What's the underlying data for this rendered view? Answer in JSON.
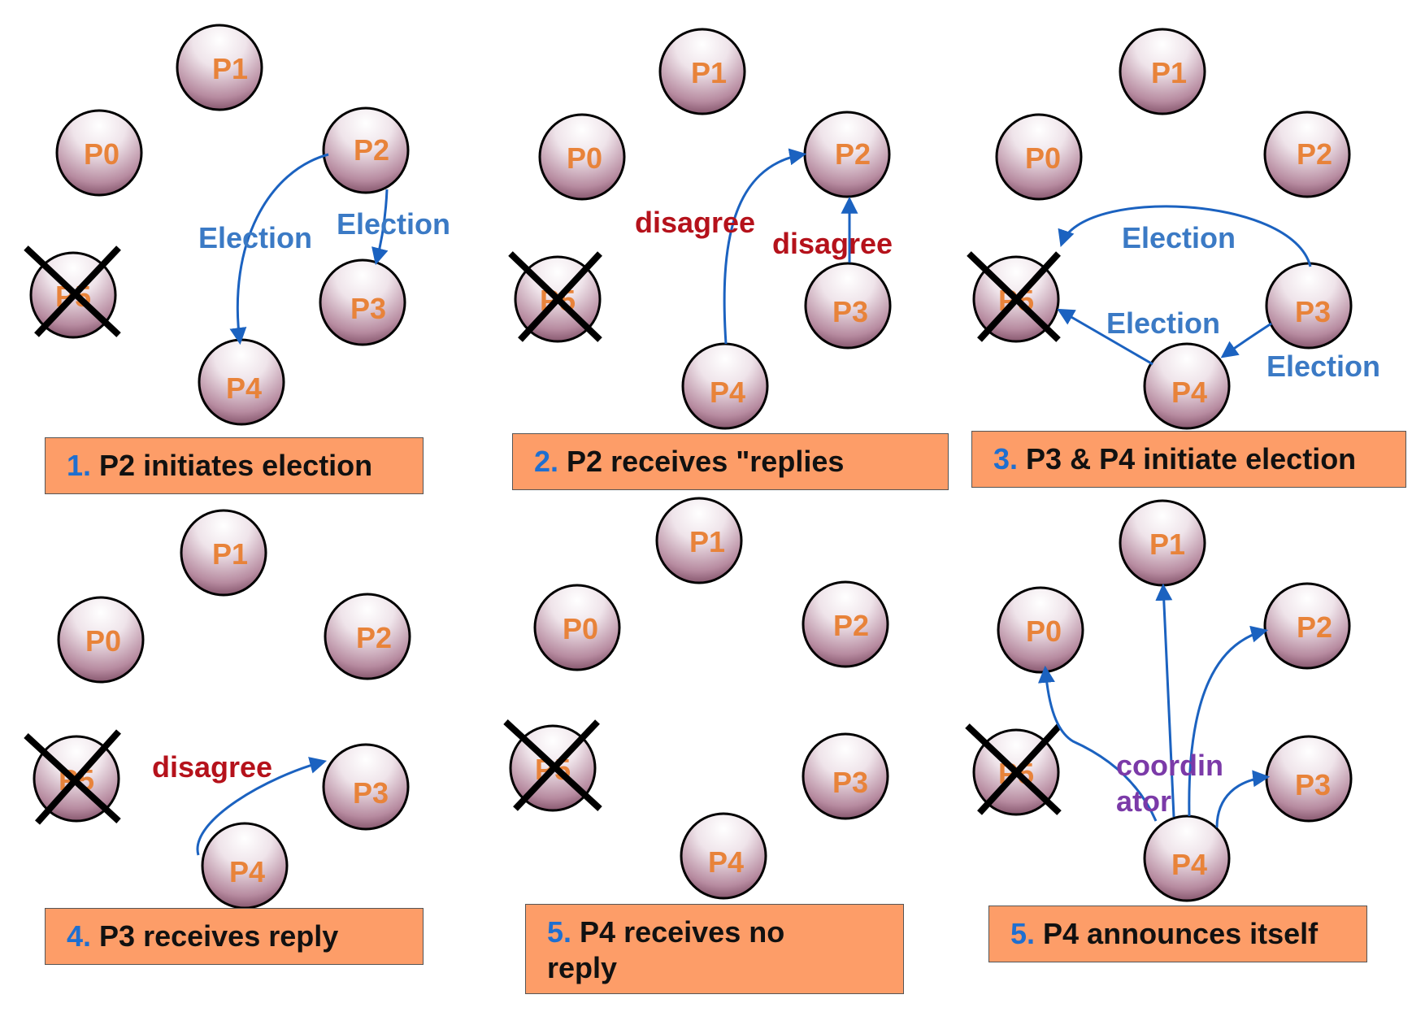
{
  "colors": {
    "node_label": "#e8833a",
    "election": "#3b7ac5",
    "disagree": "#b5121b",
    "coordinator": "#7b3aa8",
    "arrow": "#1b62c0",
    "caption_bg": "#fd9d68",
    "caption_number": "#1f6fd0"
  },
  "panels": [
    {
      "nodes": [
        {
          "label": "P1"
        },
        {
          "label": "P0"
        },
        {
          "label": "P2"
        },
        {
          "label": "P5",
          "crashed": true
        },
        {
          "label": "P3"
        },
        {
          "label": "P4"
        }
      ],
      "messages": [
        {
          "text": "Election",
          "kind": "election"
        },
        {
          "text": "Election",
          "kind": "election"
        }
      ],
      "caption": {
        "number": "1.",
        "text": "P2 initiates election"
      }
    },
    {
      "nodes": [
        {
          "label": "P1"
        },
        {
          "label": "P0"
        },
        {
          "label": "P2"
        },
        {
          "label": "P5",
          "crashed": true
        },
        {
          "label": "P3"
        },
        {
          "label": "P4"
        }
      ],
      "messages": [
        {
          "text": "disagree",
          "kind": "disagree"
        },
        {
          "text": "disagree",
          "kind": "disagree"
        }
      ],
      "caption": {
        "number": "2.",
        "text": "P2 receives \"replies"
      }
    },
    {
      "nodes": [
        {
          "label": "P1"
        },
        {
          "label": "P0"
        },
        {
          "label": "P2"
        },
        {
          "label": "P5",
          "crashed": true
        },
        {
          "label": "P3"
        },
        {
          "label": "P4"
        }
      ],
      "messages": [
        {
          "text": "Election",
          "kind": "election"
        },
        {
          "text": "Election",
          "kind": "election"
        },
        {
          "text": "Election",
          "kind": "election"
        }
      ],
      "caption": {
        "number": "3.",
        "text": "P3 & P4 initiate election"
      }
    },
    {
      "nodes": [
        {
          "label": "P1"
        },
        {
          "label": "P0"
        },
        {
          "label": "P2"
        },
        {
          "label": "P5",
          "crashed": true
        },
        {
          "label": "P3"
        },
        {
          "label": "P4"
        }
      ],
      "messages": [
        {
          "text": "disagree",
          "kind": "disagree"
        }
      ],
      "caption": {
        "number": "4.",
        "text": "P3 receives reply"
      }
    },
    {
      "nodes": [
        {
          "label": "P1"
        },
        {
          "label": "P0"
        },
        {
          "label": "P2"
        },
        {
          "label": "P5",
          "crashed": true
        },
        {
          "label": "P3"
        },
        {
          "label": "P4"
        }
      ],
      "messages": [],
      "caption": {
        "number": "5.",
        "line1": "P4 receives no",
        "line2": "reply"
      }
    },
    {
      "nodes": [
        {
          "label": "P1"
        },
        {
          "label": "P0"
        },
        {
          "label": "P2"
        },
        {
          "label": "P5",
          "crashed": true
        },
        {
          "label": "P3"
        },
        {
          "label": "P4"
        }
      ],
      "messages": [
        {
          "text": "coordin",
          "kind": "coordinator"
        },
        {
          "text": "ator",
          "kind": "coordinator"
        }
      ],
      "caption": {
        "number": "5.",
        "text": "P4 announces itself"
      }
    }
  ]
}
